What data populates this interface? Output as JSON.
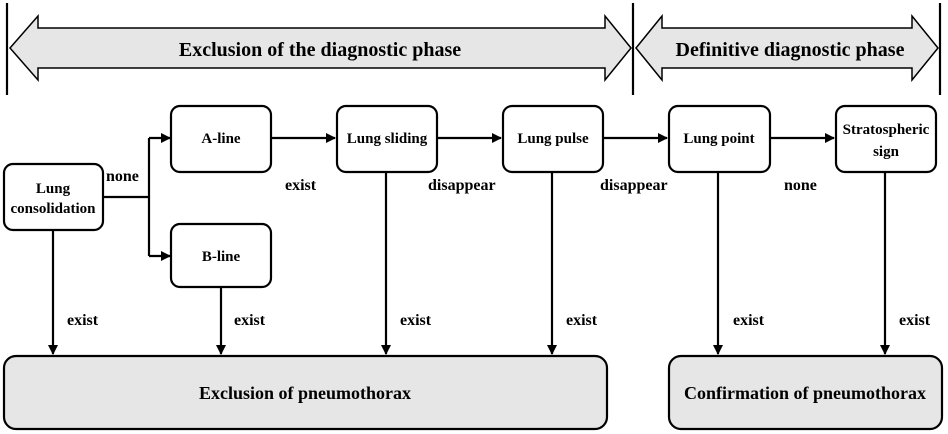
{
  "colors": {
    "phase_band_fill": "#e6e6e6",
    "result_box_fill": "#e6e6e6",
    "stroke": "#000000"
  },
  "phases": {
    "exclusion": "Exclusion of the diagnostic phase",
    "definitive": "Definitive diagnostic phase"
  },
  "nodes": {
    "lung_consolidation": [
      "Lung",
      "consolidation"
    ],
    "a_line": "A-line",
    "b_line": "B-line",
    "lung_sliding": "Lung sliding",
    "lung_pulse": "Lung pulse",
    "lung_point": "Lung point",
    "stratospheric_sign": [
      "Stratospheric",
      "sign"
    ]
  },
  "results": {
    "exclusion": "Exclusion of pneumothorax",
    "confirmation": "Confirmation of pneumothorax"
  },
  "edge_labels": {
    "consolidation_none": "none",
    "aline_exist": "exist",
    "sliding_disappear": "disappear",
    "pulse_disappear": "disappear",
    "point_none": "none",
    "consolidation_exist": "exist",
    "bline_exist": "exist",
    "sliding_exist": "exist",
    "pulse_exist": "exist",
    "point_exist": "exist",
    "strato_exist": "exist"
  }
}
